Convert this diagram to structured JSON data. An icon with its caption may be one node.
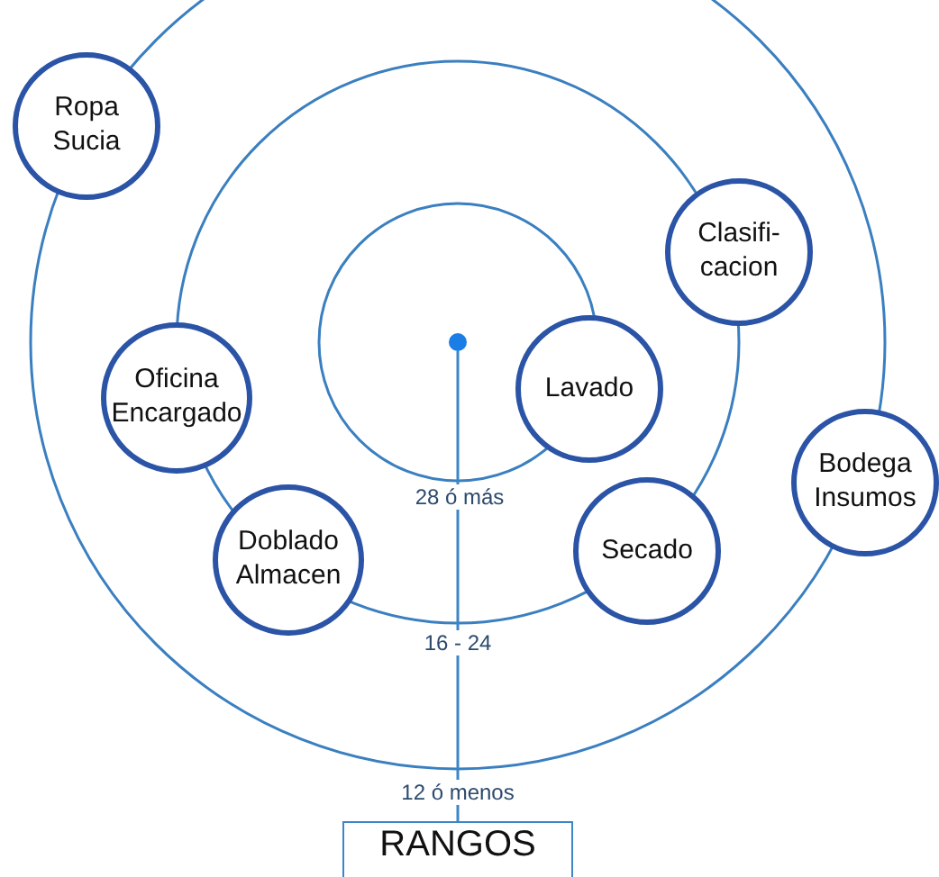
{
  "diagram": {
    "nodes": [
      {
        "text": [
          "Ropa Sucia"
        ]
      },
      {
        "text": [
          "Clasifi- cacion"
        ]
      },
      {
        "text": [],
        "shape": "circle"
      },
      {
        "text": [
          "Lavado"
        ]
      },
      {
        "text": [
          "Oficina Encargado"
        ]
      },
      {
        "text": [
          "Bodega Insumos"
        ]
      },
      {
        "text": [
          "Secado"
        ]
      },
      {
        "text": [
          "Doblado Almacen"
        ]
      },
      {
        "text": [
          "RANGOS"
        ]
      }
    ],
    "edges": [
      {
        "from": 2,
        "to": 8,
        "arrow": "none"
      }
    ],
    "labels": [
      "28 ó más",
      "16 - 24",
      "12 ó menos"
    ]
  }
}
